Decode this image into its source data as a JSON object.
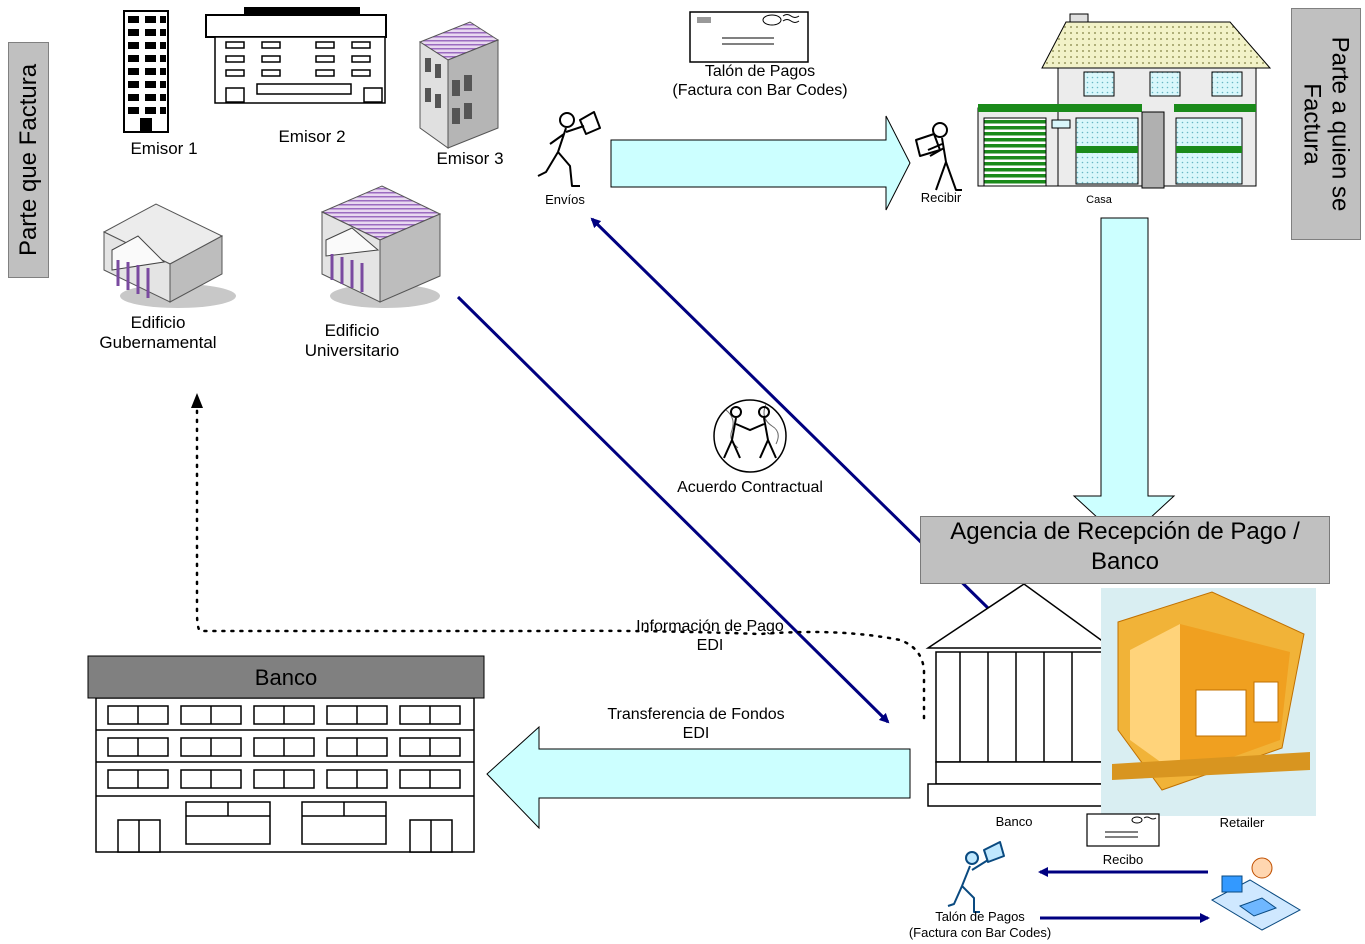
{
  "sides": {
    "left": "Parte que Factura",
    "right_line1": "Parte a quien se",
    "right_line2": "Factura"
  },
  "issuers": {
    "emisor1": "Emisor 1",
    "emisor2": "Emisor 2",
    "emisor3": "Emisor 3",
    "gov_line1": "Edificio",
    "gov_line2": "Gubernamental",
    "uni_line1": "Edificio",
    "uni_line2": "Universitario"
  },
  "flow": {
    "envios": "Envíos",
    "recibir": "Recibir",
    "casa": "Casa",
    "talon_line1": "Talón de Pagos",
    "talon_line2": "(Factura con Bar Codes)",
    "acuerdo": "Acuerdo Contractual",
    "agency_line1": "Agencia de Recepción de Pago /",
    "agency_line2": "Banco",
    "info_line1": "Información de Pago",
    "info_line2": "EDI",
    "transfer_line1": "Transferencia de Fondos",
    "transfer_line2": "EDI",
    "banco_building": "Banco",
    "banco_small": "Banco",
    "retailer": "Retailer",
    "recibo": "Recibo",
    "talon_bottom_line1": "Talón de Pagos",
    "talon_bottom_line2": "(Factura con Bar Codes)"
  },
  "colors": {
    "cyan_arrow": "#ccffff",
    "navy_arrow": "#000080",
    "retailer_orange": "#e8a020",
    "green_house": "#1a8a1a"
  }
}
